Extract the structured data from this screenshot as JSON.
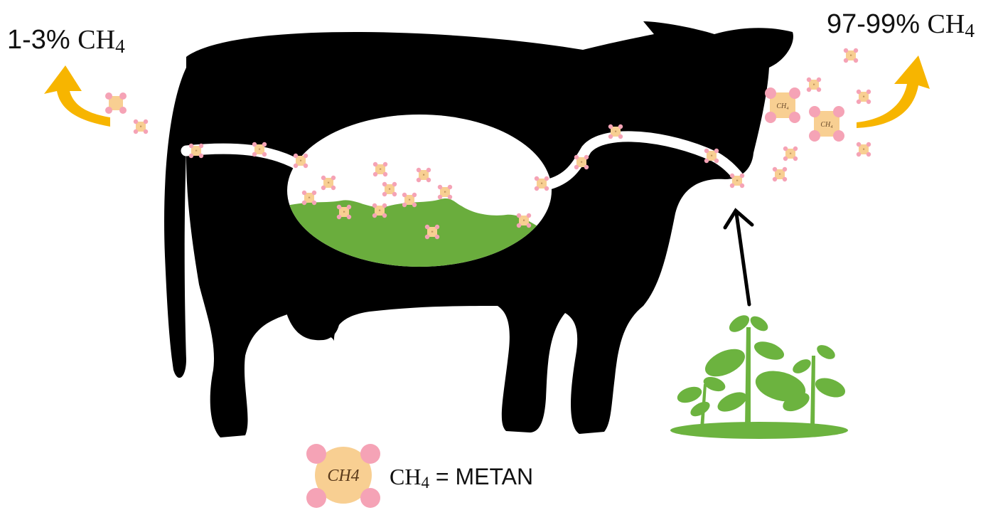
{
  "labels": {
    "left_percent": "1-3%",
    "right_percent": "97-99%",
    "formula_base": "CH",
    "formula_sub": "4",
    "legend_equals": "= METAN"
  },
  "molecule_label": "CH4",
  "colors": {
    "cow": "#000000",
    "rumen": "#ffffff",
    "feed": "#6aad3d",
    "plant": "#6cb33f",
    "arrow": "#f7b500",
    "molecule_core": "#f8cf92",
    "molecule_atom": "#f5a3b6"
  },
  "icons": [
    "cow-silhouette-icon",
    "rumen-icon",
    "plant-icon",
    "methane-molecule-icon",
    "curved-arrow-icon",
    "straight-arrow-icon"
  ]
}
